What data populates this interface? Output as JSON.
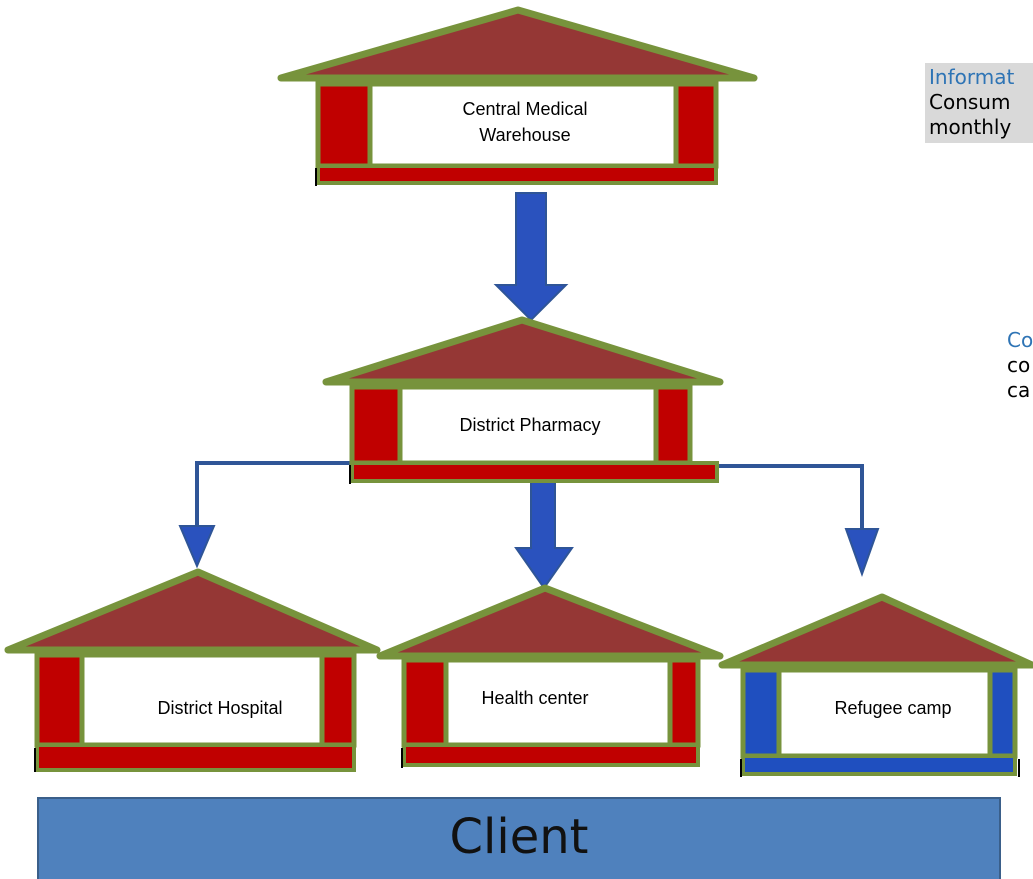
{
  "nodes": {
    "central": {
      "label": "Central Medical Warehouse"
    },
    "pharmacy": {
      "label": "District Pharmacy"
    },
    "hospital": {
      "label": "District Hospital"
    },
    "health": {
      "label": "Health center"
    },
    "refugee": {
      "label": "Refugee camp"
    }
  },
  "client": {
    "label": "Client"
  },
  "notes": {
    "info_head": "Informat",
    "info_line1": "Consum",
    "info_line2": "monthly",
    "cons_head": "Co",
    "cons_line1": "co",
    "cons_line2": "ca"
  },
  "colors": {
    "roof": "#953735",
    "roof_edge": "#77933c",
    "house_red": "#c00000",
    "house_blue": "#1f4fbf",
    "arrow": "#2a52be",
    "connector": "#2f5597",
    "client_fill": "#4f81bd"
  }
}
